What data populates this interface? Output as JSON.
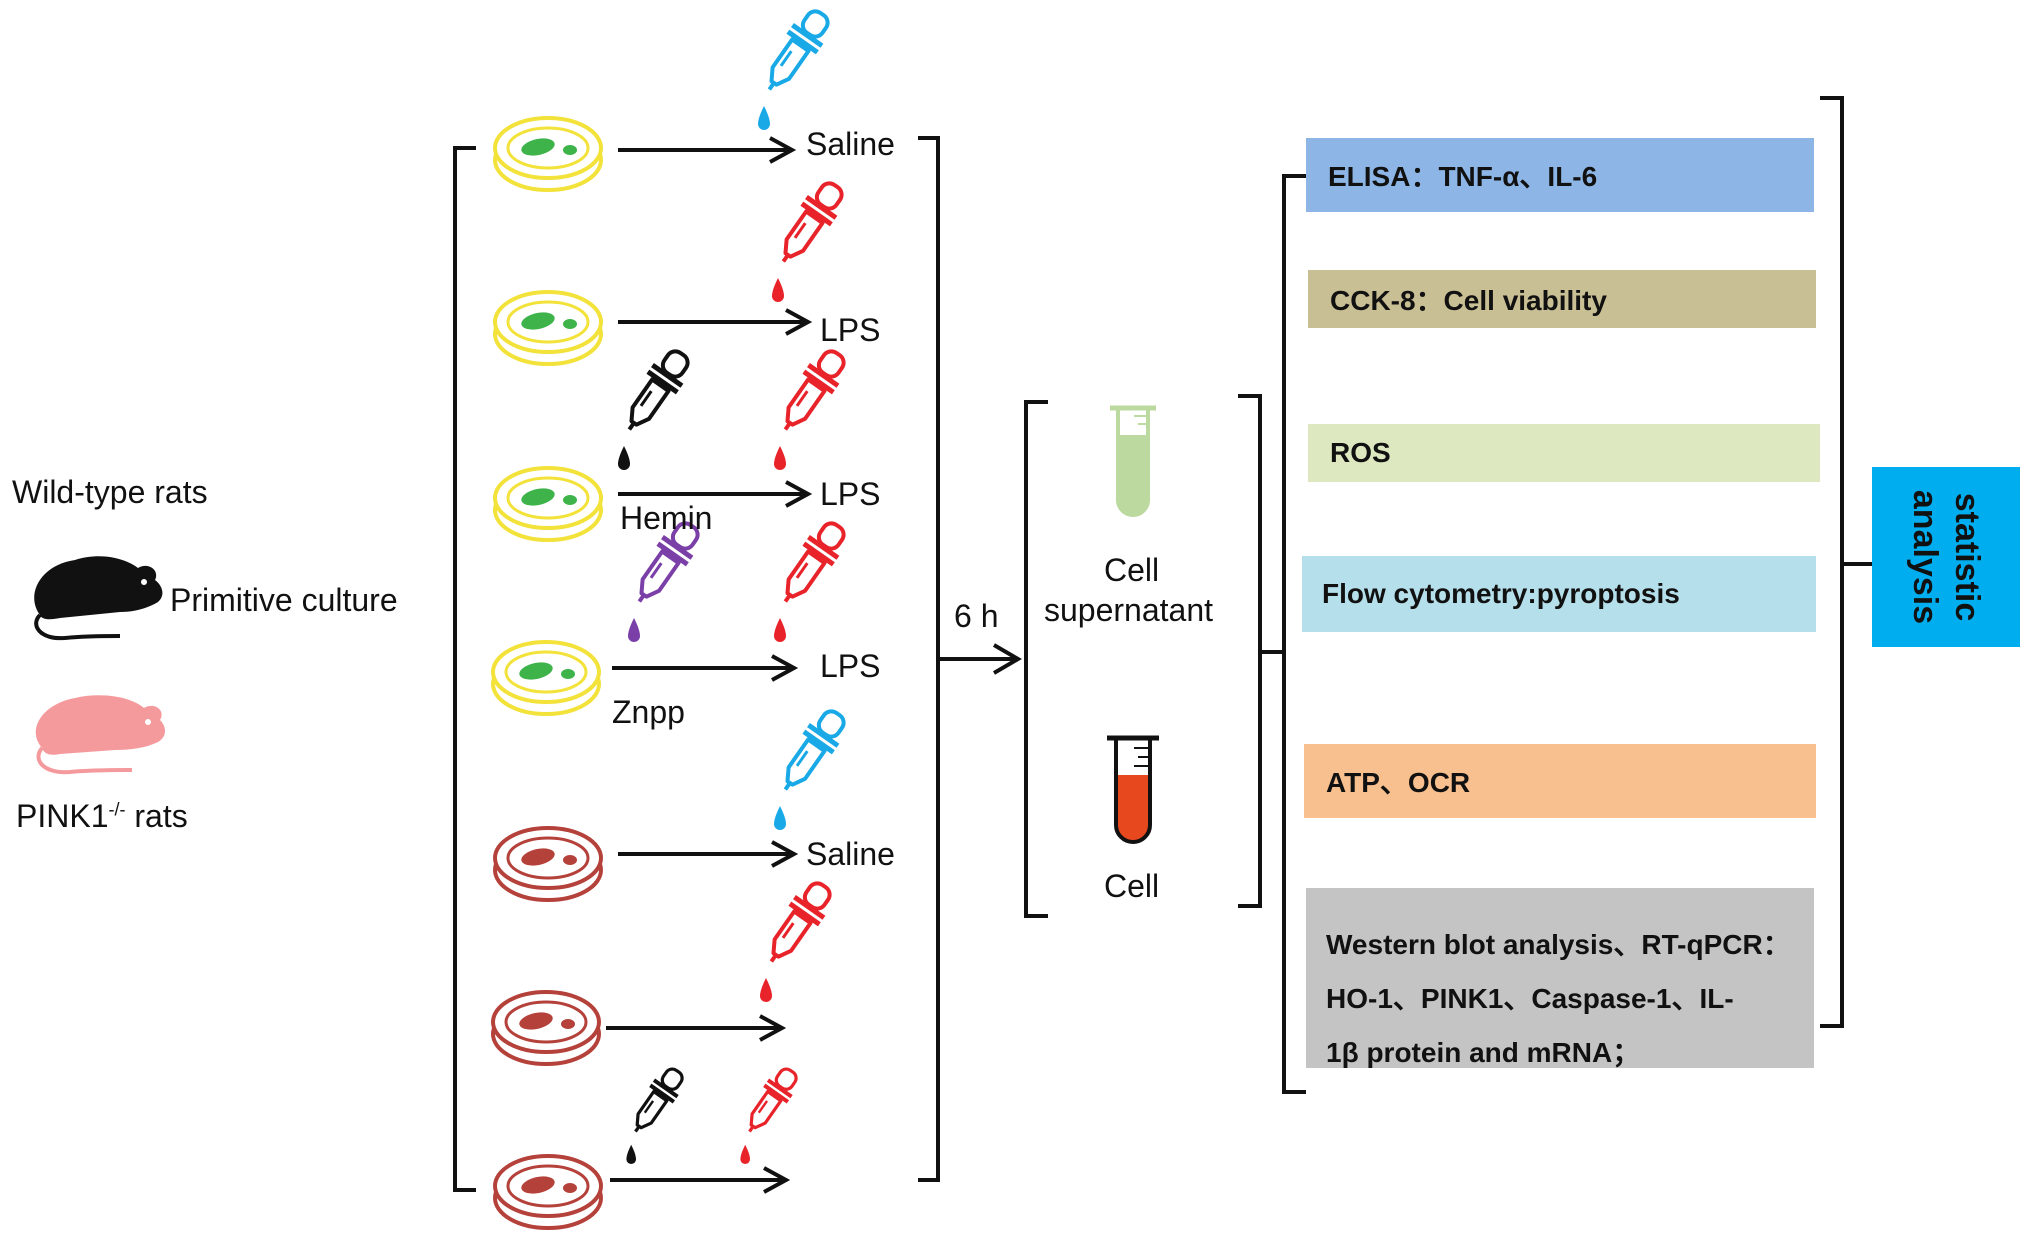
{
  "left_panel": {
    "wild_type_label": "Wild-type rats",
    "primitive_culture_label": "Primitive culture",
    "pink1_label_base": "PINK1",
    "pink1_label_sup": "-/-",
    "pink1_label_suffix": " rats"
  },
  "treatments": {
    "saline_1": "Saline",
    "lps_1": "LPS",
    "lps_2": "LPS",
    "hemin": "Hemin",
    "lps_3": "LPS",
    "znpp": "Znpp",
    "saline_2": "Saline"
  },
  "time_label": "6 h",
  "samples": {
    "supernatant_line1": "Cell",
    "supernatant_line2": "supernatant",
    "cell": "Cell"
  },
  "assays": {
    "elisa": "ELISA：TNF-α、IL-6",
    "cck8": "CCK-8：Cell viability",
    "ros": "ROS",
    "flow": "Flow cytometry:pyroptosis",
    "atp": "ATP、OCR",
    "western_line1": "Western blot analysis、RT-qPCR：",
    "western_line2": "HO-1、PINK1、Caspase-1、IL-",
    "western_line3": "1β protein and mRNA；"
  },
  "statistic": {
    "line1": "statistic",
    "line2": "analysis"
  },
  "colors": {
    "wild_dish": "#f2e23a",
    "wild_cells": "#3db34a",
    "pink1_dish": "#b5413b",
    "saline_dropper": "#19a9e6",
    "lps_dropper": "#e8232a",
    "hemin_dropper": "#111111",
    "znpp_dropper": "#7b3fa8",
    "elisa_box": "#8db6e6",
    "cck8_box": "#c9bf94",
    "ros_box": "#dde8c0",
    "flow_box": "#b5dfea",
    "atp_box": "#f8c08e",
    "western_box": "#c4c4c4",
    "statistic_box": "#00aeef",
    "supernatant_tube": "#bcd9a0",
    "cell_tube": "#e8481e"
  },
  "icons": [
    "rat-icon",
    "petri-dish-icon",
    "dropper-icon",
    "test-tube-icon",
    "arrow-icon",
    "bracket-icon"
  ]
}
